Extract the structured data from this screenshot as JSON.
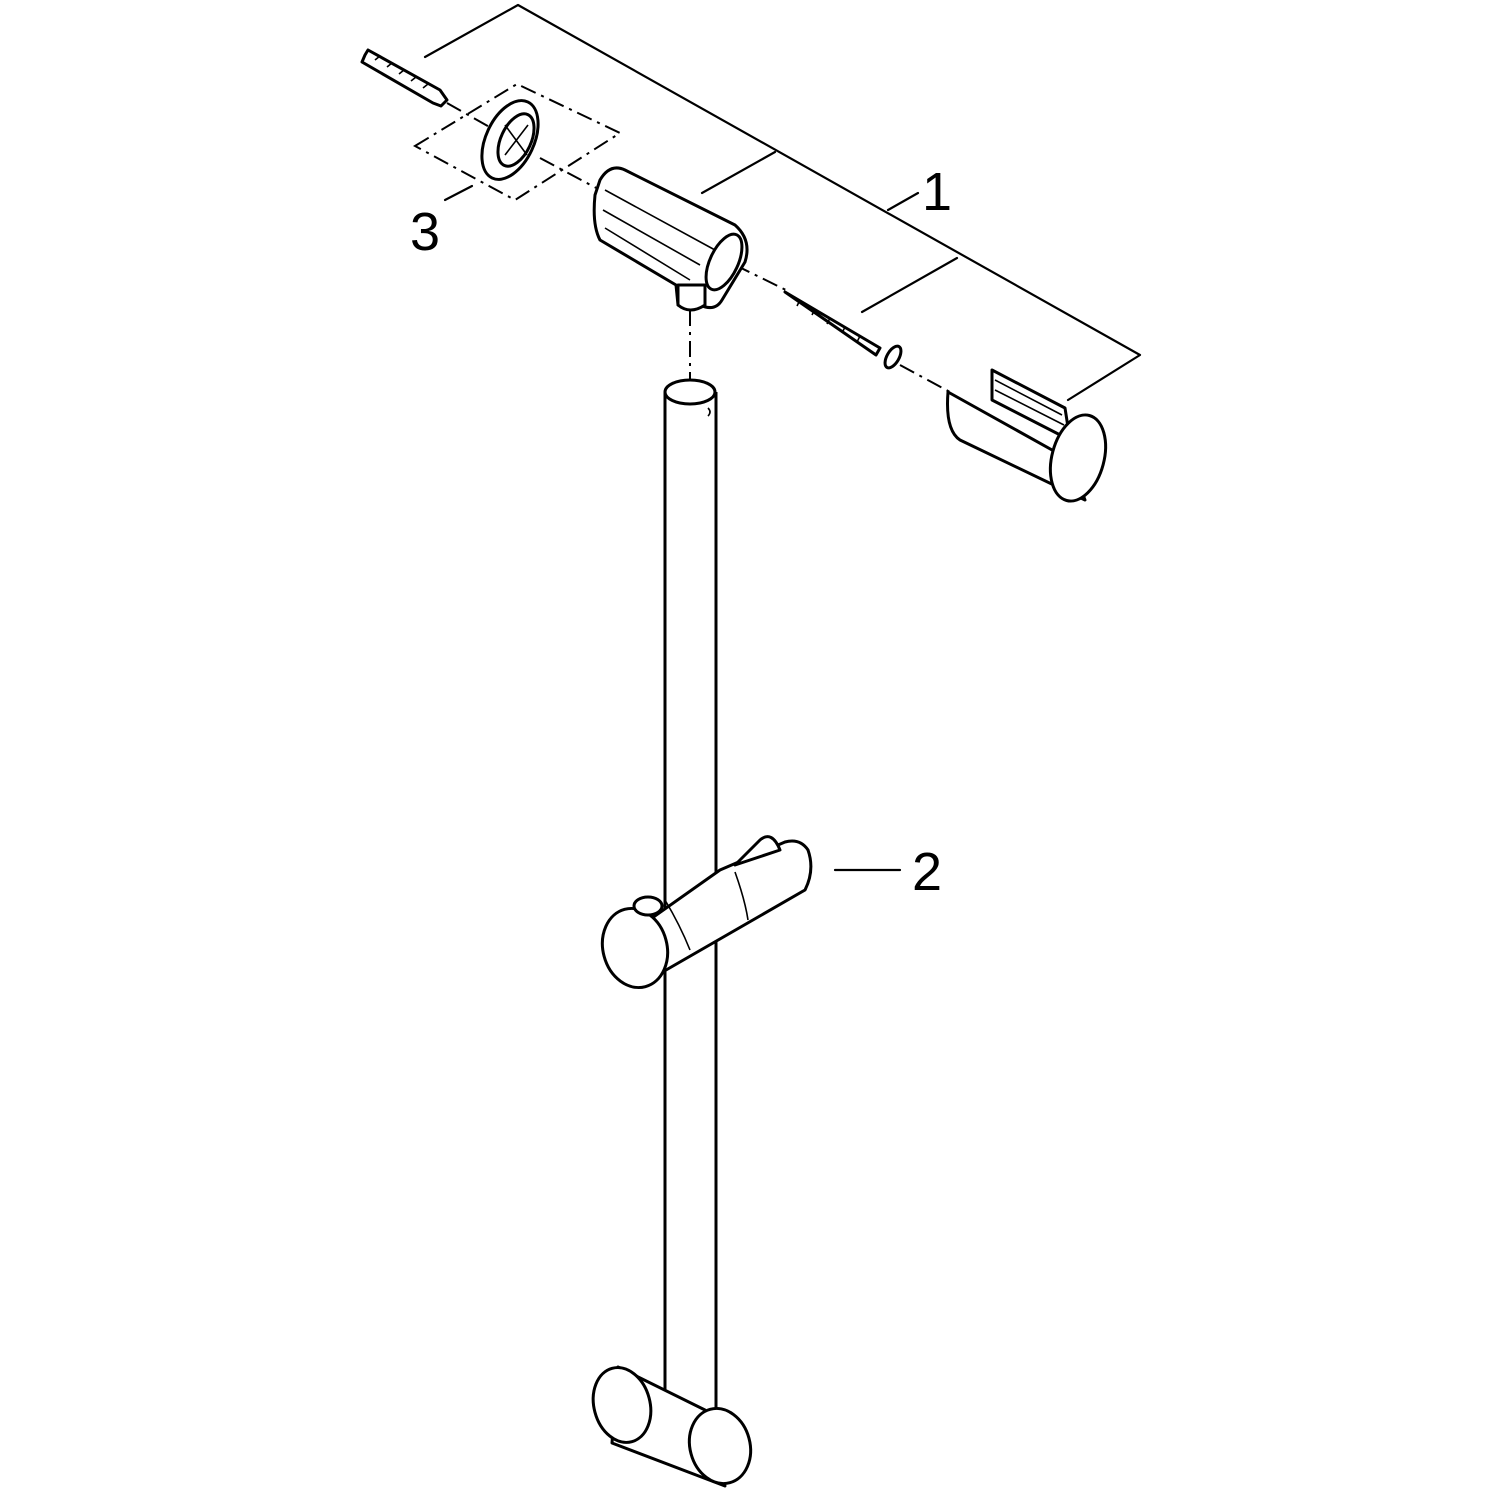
{
  "diagram": {
    "type": "exploded-parts-view",
    "callouts": [
      {
        "number": "1"
      },
      {
        "number": "2"
      },
      {
        "number": "3"
      }
    ],
    "colors": {
      "line": "#000000",
      "background": "#ffffff"
    }
  }
}
